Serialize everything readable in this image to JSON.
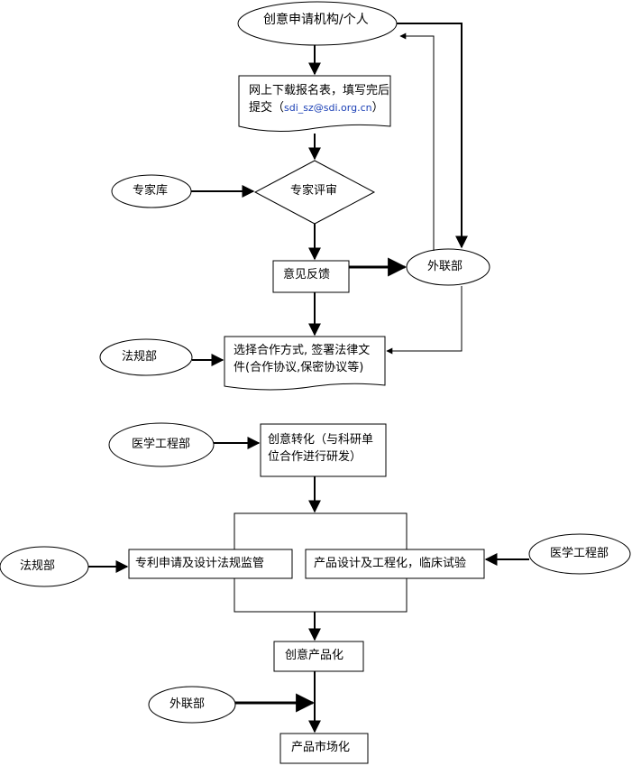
{
  "nodes": {
    "applicant": "创意申请机构/个人",
    "download_line1": "网上下载报名表，填写完后",
    "download_line2_prefix": "提交（",
    "download_email": "sdi_sz@sdi.org.cn",
    "download_line2_suffix": "）",
    "expert_db": "专家库",
    "expert_review": "专家评审",
    "feedback": "意见反馈",
    "liaison_top": "外联部",
    "legal_top": "法规部",
    "cooperation_line1": "选择合作方式, 签署法律文",
    "cooperation_line2": "件(合作协议,保密协议等)",
    "medeng_left": "医学工程部",
    "transform_line1": "创意转化（与科研单",
    "transform_line2": "位合作进行研发）",
    "legal_bottom": "法规部",
    "patent": "专利申请及设计法规监管",
    "product_design": "产品设计及工程化，临床试验",
    "medeng_right": "医学工程部",
    "productize": "创意产品化",
    "liaison_bottom": "外联部",
    "market": "产品市场化"
  },
  "colors": {
    "line": "#000000",
    "email_link": "#1a3fb5"
  }
}
